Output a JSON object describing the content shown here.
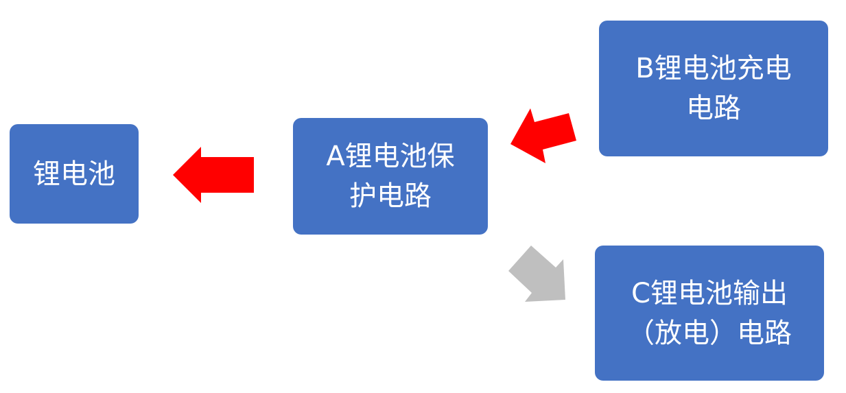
{
  "nodes": {
    "battery": {
      "label": "锂电池"
    },
    "a": {
      "line1": "A锂电池保",
      "line2": "护电路"
    },
    "b": {
      "line1": "B锂电池充电",
      "line2": "电路"
    },
    "c": {
      "line1": "C锂电池输出",
      "line2": "（放电）电路"
    }
  },
  "colors": {
    "box": "#4472C4",
    "active_arrow": "#FF0000",
    "inactive_arrow": "#BFBFBF"
  }
}
